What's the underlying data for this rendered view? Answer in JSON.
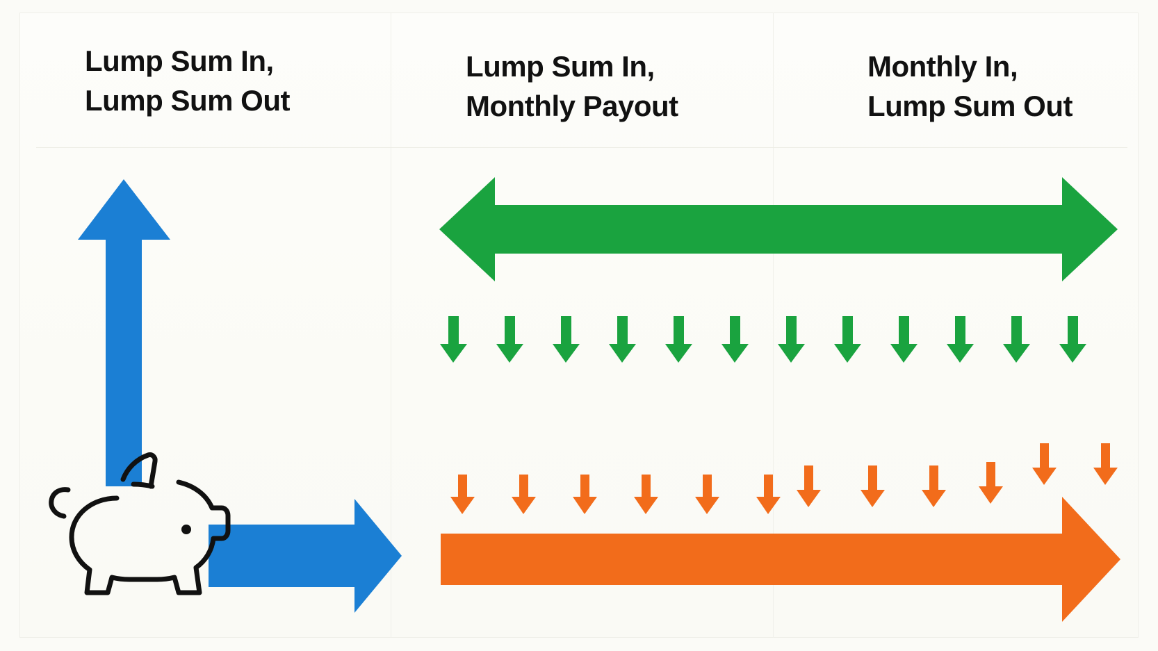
{
  "diagram": {
    "title_columns": [
      {
        "id": "col-1",
        "label": "Lump Sum In,\nLump Sum Out"
      },
      {
        "id": "col-2",
        "label": "Lump Sum In,\nMonthly Payout"
      },
      {
        "id": "col-3",
        "label": "Monthly In,\nLump Sum Out"
      }
    ],
    "colors": {
      "blue": "#1B7FD4",
      "green": "#1AA33F",
      "orange": "#F26C1B",
      "text": "#111111",
      "background": "#FBFBF7",
      "divider": "#F0F0EA"
    },
    "elements": {
      "piggy_bank_icon": "piggy-bank-icon",
      "blue_up_arrow": "lump-sum-in-up-arrow",
      "blue_right_arrow": "lump-sum-out-right-arrow",
      "green_double_arrow": "monthly-in-double-arrow",
      "orange_long_arrow": "monthly-contribution-right-arrow",
      "green_small_arrow_count": 12,
      "orange_small_arrow_count": 12
    }
  }
}
